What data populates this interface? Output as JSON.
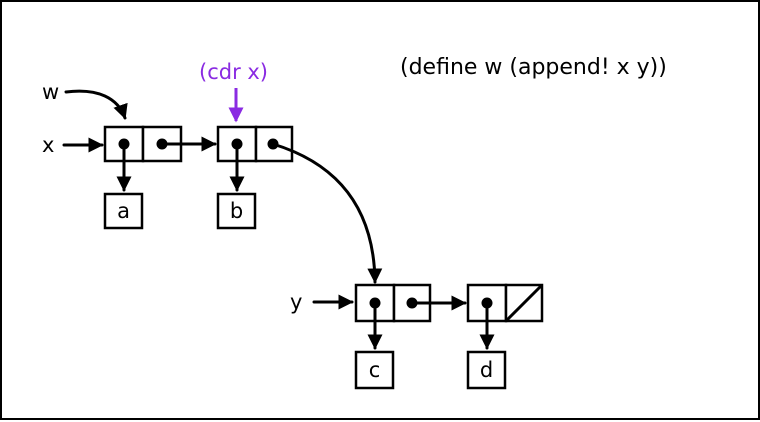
{
  "title": "(define w (append! x y))",
  "annotation": {
    "text": "(cdr x)",
    "color": "#8a2be2"
  },
  "variables": {
    "w": "w",
    "x": "x",
    "y": "y"
  },
  "values": {
    "a": "a",
    "b": "b",
    "c": "c",
    "d": "d"
  }
}
